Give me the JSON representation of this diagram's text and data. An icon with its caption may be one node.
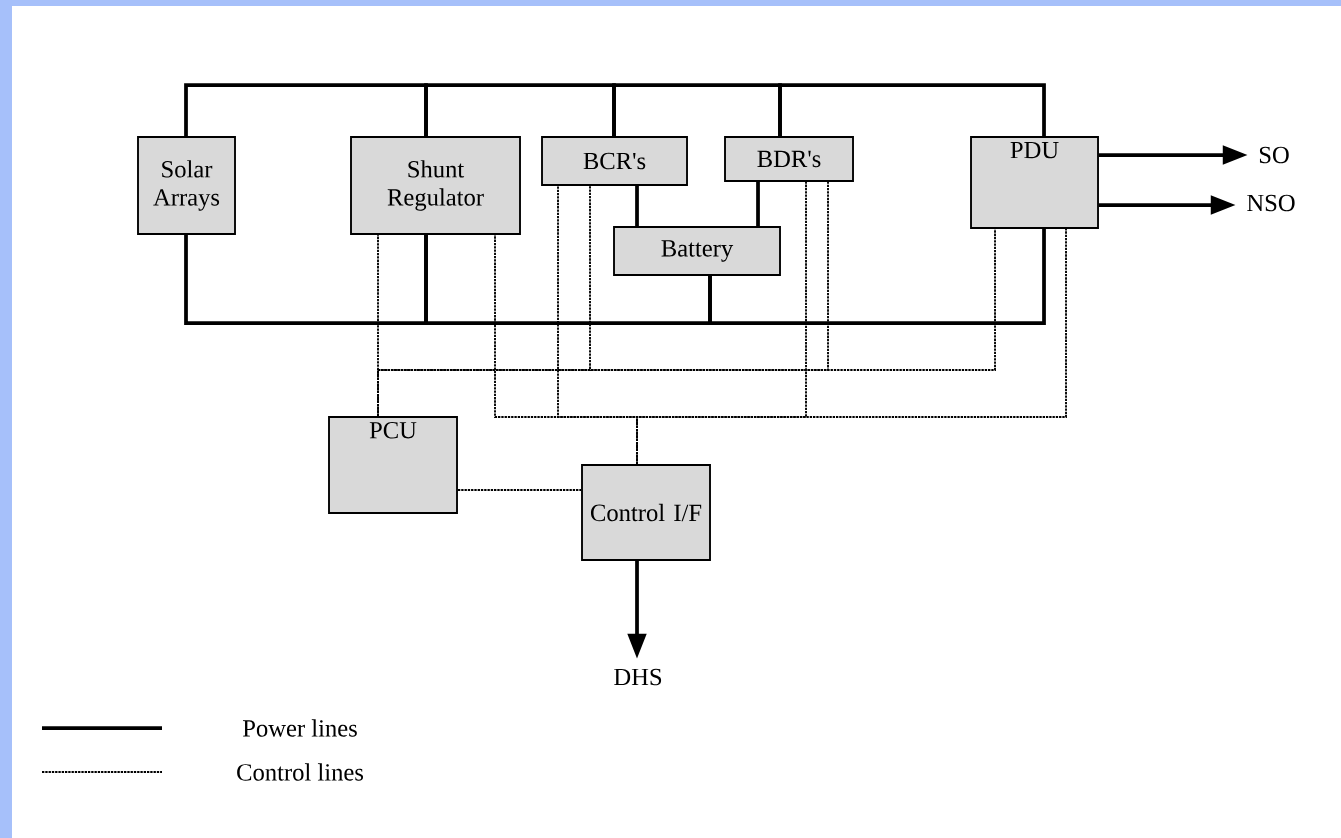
{
  "diagram": {
    "nodes": [
      {
        "text": [
          "Solar Arrays"
        ]
      },
      {
        "text": [
          "Shunt Regulator"
        ]
      },
      {
        "text": [
          "BCR's"
        ]
      },
      {
        "text": [
          "BDR's"
        ]
      },
      {
        "text": [
          "Battery"
        ]
      },
      {
        "text": [
          "PDU"
        ]
      },
      {
        "text": [
          "PCU"
        ]
      },
      {
        "text": [
          "Control I/F"
        ]
      },
      {
        "text": [
          "SO"
        ]
      },
      {
        "text": [
          "NSO"
        ]
      },
      {
        "text": [
          "DHS"
        ]
      }
    ],
    "edges": [
      {
        "from": 0,
        "to": 1,
        "arrow": "none"
      },
      {
        "from": 1,
        "to": 2,
        "arrow": "none"
      },
      {
        "from": 2,
        "to": 3,
        "arrow": "none"
      },
      {
        "from": 3,
        "to": 5,
        "arrow": "none"
      },
      {
        "from": 0,
        "to": 1,
        "arrow": "none"
      },
      {
        "from": 1,
        "to": 4,
        "arrow": "none"
      },
      {
        "from": 4,
        "to": 5,
        "arrow": "none"
      },
      {
        "from": 2,
        "to": 4,
        "arrow": "none"
      },
      {
        "from": 3,
        "to": 4,
        "arrow": "none"
      },
      {
        "from": 5,
        "to": 8,
        "arrow": "to"
      },
      {
        "from": 5,
        "to": 9,
        "arrow": "to"
      },
      {
        "from": 7,
        "to": 10,
        "arrow": "to"
      },
      {
        "from": 6,
        "to": 1,
        "arrow": "none",
        "style": "dashed"
      },
      {
        "from": 6,
        "to": 2,
        "arrow": "none",
        "style": "dashed"
      },
      {
        "from": 6,
        "to": 3,
        "arrow": "none",
        "style": "dashed"
      },
      {
        "from": 6,
        "to": 5,
        "arrow": "none",
        "style": "dashed"
      },
      {
        "from": 7,
        "to": 1,
        "arrow": "none",
        "style": "dashed"
      },
      {
        "from": 7,
        "to": 2,
        "arrow": "none",
        "style": "dashed"
      },
      {
        "from": 7,
        "to": 3,
        "arrow": "none",
        "style": "dashed"
      },
      {
        "from": 7,
        "to": 5,
        "arrow": "none",
        "style": "dashed"
      },
      {
        "from": 6,
        "to": 7,
        "arrow": "none",
        "style": "dashed"
      }
    ],
    "legend": [
      {
        "text": "Power lines"
      },
      {
        "text": "Control lines"
      }
    ]
  }
}
